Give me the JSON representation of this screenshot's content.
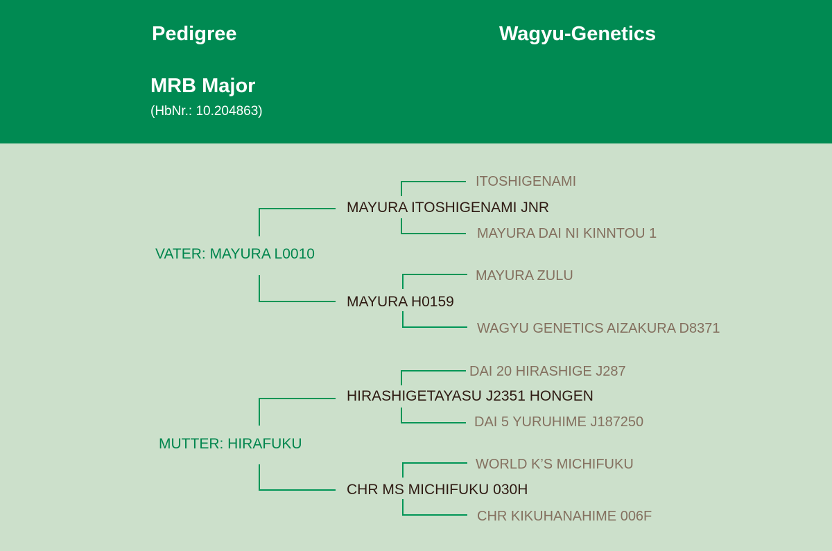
{
  "header": {
    "title": "Pedigree",
    "brand": "Wagyu-Genetics",
    "animal_name": "MRB Major",
    "registration": "(HbNr.: 10.204863)"
  },
  "pedigree": {
    "sire": {
      "label": "VATER: MAYURA L0010",
      "sire": {
        "name": "MAYURA ITOSHIGENAMI JNR",
        "sire": "ITOSHIGENAMI",
        "dam": "MAYURA DAI NI KINNTOU 1"
      },
      "dam": {
        "name": "MAYURA H0159",
        "sire": "MAYURA ZULU",
        "dam": "WAGYU GENETICS AIZAKURA D8371"
      }
    },
    "dam": {
      "label": "MUTTER: HIRAFUKU",
      "sire": {
        "name": "HIRASHIGETAYASU J2351 HONGEN",
        "sire": "DAI 20 HIRASHIGE J287",
        "dam": "DAI 5 YURUHIME J187250"
      },
      "dam": {
        "name": "CHR MS MICHIFUKU 030H",
        "sire": "WORLD K’S MICHIFUKU",
        "dam": "CHR KIKUHANAHIME 006F"
      }
    }
  },
  "colors": {
    "header_bg": "#008a52",
    "body_bg": "#cce0cb",
    "line": "#009556",
    "parent_text": "#00854d",
    "grandparent_text": "#2e1a12",
    "great_grandparent_text": "#84705f"
  }
}
